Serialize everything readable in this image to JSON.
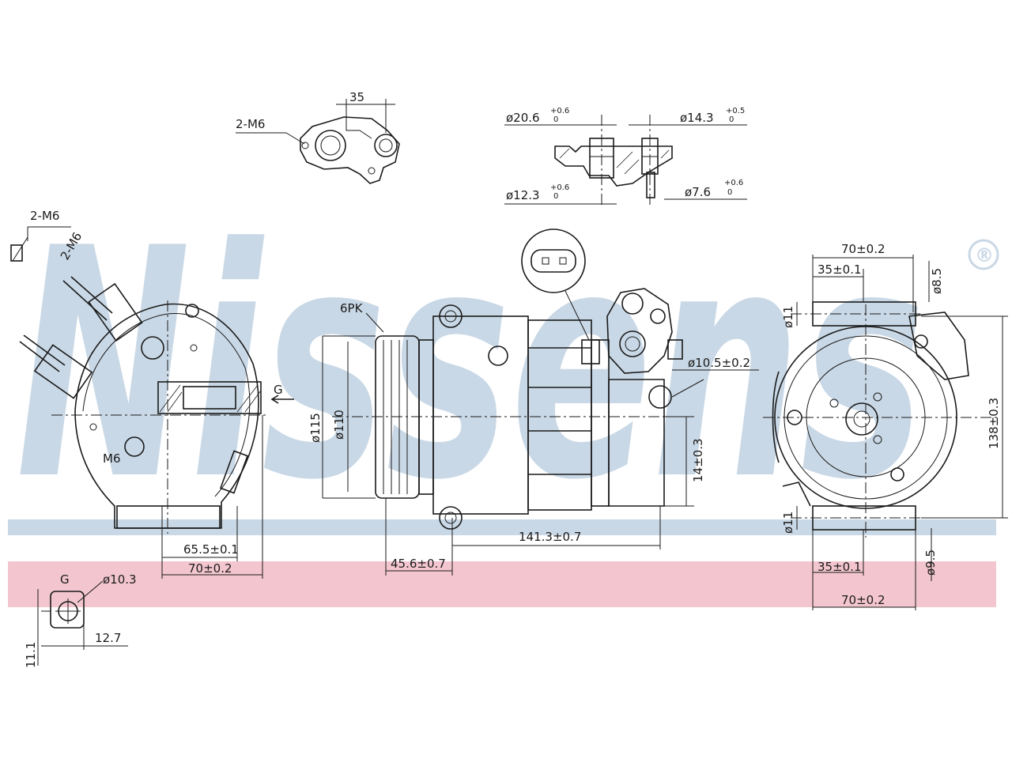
{
  "brand": {
    "watermark": "Nissens",
    "registered_mark": "®",
    "watermark_color": "#c9d8e6",
    "band_color": "#f3c6cf"
  },
  "top_left_detail": {
    "thread": "2-M6",
    "spacing": "35"
  },
  "top_right_detail": {
    "port_large": "ø20.6",
    "port_large_tol": "+0.6",
    "port_large_tol2": "0",
    "port_small": "ø14.3",
    "port_small_tol": "+0.5",
    "port_small_tol2": "0",
    "bore_large": "ø12.3",
    "bore_large_tol": "+0.6",
    "bore_large_tol2": "0",
    "bore_small": "ø7.6",
    "bore_small_tol": "+0.6",
    "bore_small_tol2": "0"
  },
  "left_view": {
    "thread_a": "2-M6",
    "thread_b": "2-M6",
    "thread_c": "M6",
    "port_mark": "G",
    "dim_65": "65.5±0.1",
    "dim_70": "70±0.2"
  },
  "g_detail": {
    "mark": "G",
    "diameter": "ø10.3",
    "width": "12.7",
    "height": "11.1"
  },
  "center_view": {
    "belt": "6PK",
    "d_outer": "ø115",
    "d_inner": "ø110",
    "hole": "ø10.5±0.2",
    "offset": "14±0.3",
    "length": "141.3±0.7",
    "pulley": "45.6±0.7"
  },
  "right_view": {
    "top_70": "70±0.2",
    "top_35": "35±0.1",
    "d85": "ø8.5",
    "d11_top": "ø11",
    "d11_bot": "ø11",
    "height": "138±0.3",
    "bot_35": "35±0.1",
    "bot_70": "70±0.2",
    "d95": "ø9.5"
  }
}
